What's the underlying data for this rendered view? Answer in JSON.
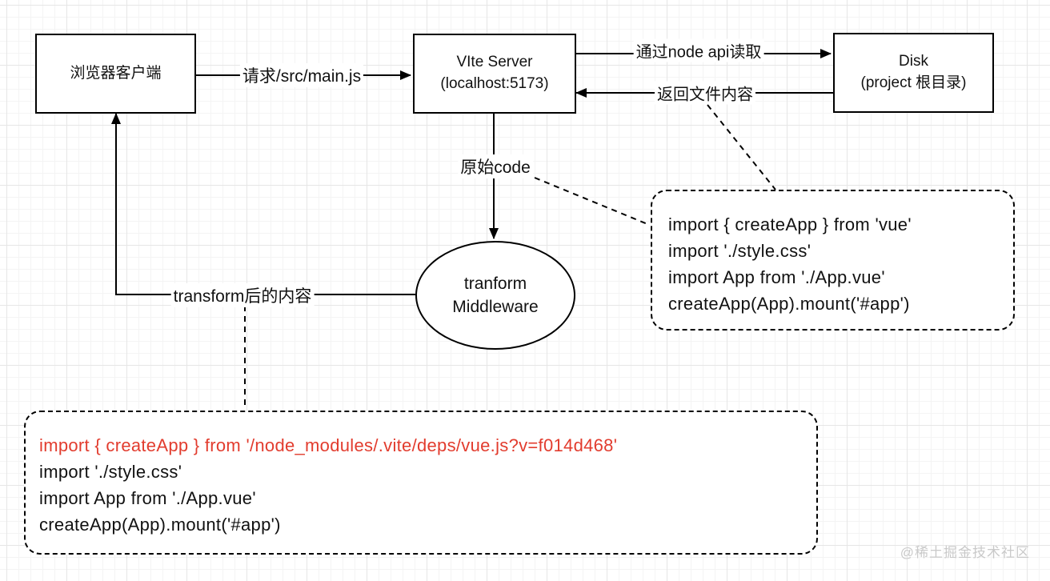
{
  "nodes": {
    "browser": {
      "label": "浏览器客户端"
    },
    "vite": {
      "line1": "VIte Server",
      "line2": "(localhost:5173)"
    },
    "disk": {
      "line1": "Disk",
      "line2": "(project 根目录)"
    },
    "middleware": {
      "line1": "tranform",
      "line2": "Middleware"
    }
  },
  "edges": {
    "request": "请求/src/main.js",
    "read_via_node": "通过node api读取",
    "return_file": "返回文件内容",
    "raw_code": "原始code",
    "transformed": "transform后的内容"
  },
  "code_source": {
    "lines": [
      "import { createApp } from 'vue'",
      "import './style.css'",
      "import App from './App.vue'",
      "createApp(App).mount('#app')"
    ]
  },
  "code_transformed": {
    "lines": [
      "import { createApp } from '/node_modules/.vite/deps/vue.js?v=f014d468'",
      "import './style.css'",
      "import App from './App.vue'",
      "createApp(App).mount('#app')"
    ]
  },
  "watermark": {
    "text": "@稀土掘金技术社区"
  },
  "colors": {
    "accent_red": "#e23c2e",
    "line_black": "#000000",
    "watermark_gray": "#c9c9c9"
  }
}
